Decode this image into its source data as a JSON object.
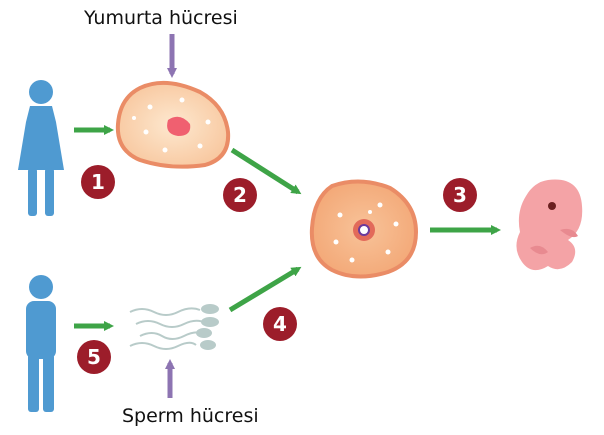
{
  "labels": {
    "top": "Yumurta hücresi",
    "bottom": "Sperm hücresi"
  },
  "steps": [
    "1",
    "2",
    "3",
    "4",
    "5"
  ],
  "colors": {
    "person": "#4f9ad1",
    "arrow_green": "#3ea447",
    "arrow_purple": "#8d74b2",
    "badge": "#9c1d2a",
    "cell_fill": "#fbd9b7",
    "cell_border": "#ea8c66",
    "nucleus": "#f06070",
    "embryo": "#f4a3a6",
    "sperm": "#b8cbc9"
  }
}
